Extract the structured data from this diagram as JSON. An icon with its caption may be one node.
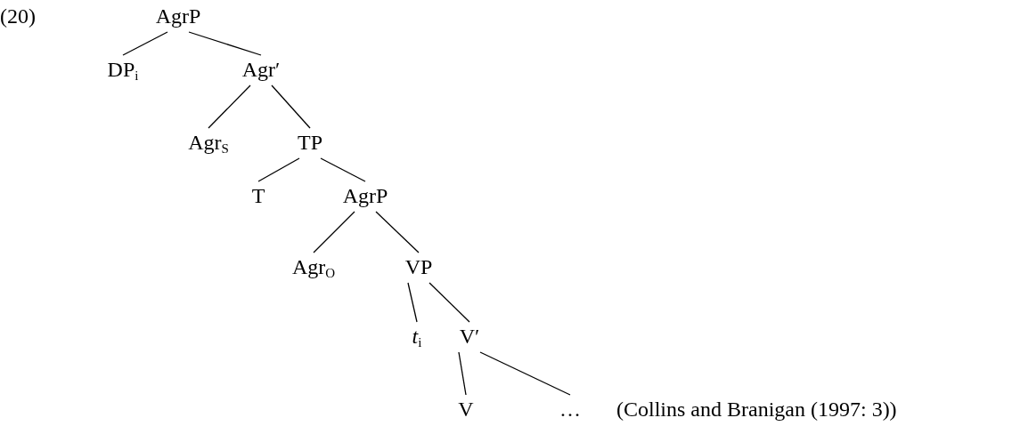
{
  "diagram": {
    "nodes": [
      {
        "text": [
          "AgrP"
        ]
      },
      {
        "text": [
          "DP$_{i}$"
        ]
      },
      {
        "text": [
          "Agr′"
        ]
      },
      {
        "text": [
          "Agr$_{S}$"
        ]
      },
      {
        "text": [
          "TP"
        ]
      },
      {
        "text": [
          "T"
        ]
      },
      {
        "text": [
          "AgrP"
        ]
      },
      {
        "text": [
          "Agr$_{O}$"
        ]
      },
      {
        "text": [
          "VP"
        ]
      },
      {
        "text": [
          "*t*$_{i}$"
        ]
      },
      {
        "text": [
          "V′"
        ]
      },
      {
        "text": [
          "V"
        ]
      },
      {
        "text": [
          "…"
        ]
      }
    ],
    "edges": [
      {
        "from": 0,
        "to": 1,
        "arrow": "none"
      },
      {
        "from": 0,
        "to": 2,
        "arrow": "none"
      },
      {
        "from": 2,
        "to": 3,
        "arrow": "none"
      },
      {
        "from": 2,
        "to": 4,
        "arrow": "none"
      },
      {
        "from": 4,
        "to": 5,
        "arrow": "none"
      },
      {
        "from": 4,
        "to": 6,
        "arrow": "none"
      },
      {
        "from": 6,
        "to": 7,
        "arrow": "none"
      },
      {
        "from": 6,
        "to": 8,
        "arrow": "none"
      },
      {
        "from": 8,
        "to": 9,
        "arrow": "none"
      },
      {
        "from": 8,
        "to": 10,
        "arrow": "none"
      },
      {
        "from": 10,
        "to": 11,
        "arrow": "none"
      },
      {
        "from": 10,
        "to": 12,
        "arrow": "none"
      }
    ],
    "labels": [
      "(20)",
      "(Collins and Branigan (1997: 3))"
    ]
  }
}
